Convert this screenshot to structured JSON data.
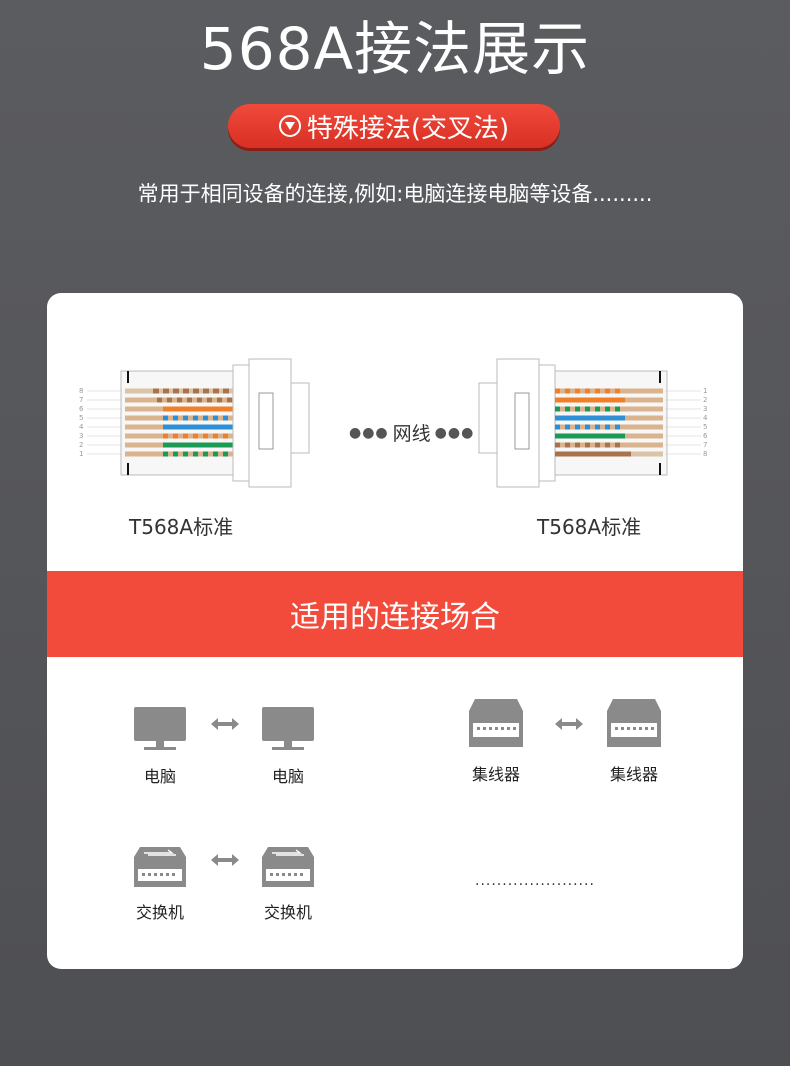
{
  "header": {
    "title": "568A接法展示",
    "pill_label": "特殊接法(交叉法)",
    "subtitle": "常用于相同设备的连接,例如:电脑连接电脑等设备........."
  },
  "diagram": {
    "left_connector_label": "T568A标准",
    "right_connector_label": "T568A标准",
    "cable_label": "网线",
    "left_pin_numbers": [
      "8",
      "7",
      "6",
      "5",
      "4",
      "3",
      "2",
      "1"
    ],
    "right_pin_numbers": [
      "1",
      "2",
      "3",
      "4",
      "5",
      "6",
      "7",
      "8"
    ]
  },
  "banner": {
    "label": "适用的连接场合"
  },
  "devices": {
    "pc_a": "电脑",
    "pc_b": "电脑",
    "hub_a": "集线器",
    "hub_b": "集线器",
    "switch_a": "交换机",
    "switch_b": "交换机",
    "more": "......................"
  },
  "colors": {
    "accent": "#f24b3c",
    "pill": "#e23c2e",
    "wire_orange": "#f07f2a",
    "wire_green": "#1a9a55",
    "wire_blue": "#2f8fd6",
    "wire_brown": "#a8734a",
    "device_gray": "#8a8a8a"
  }
}
